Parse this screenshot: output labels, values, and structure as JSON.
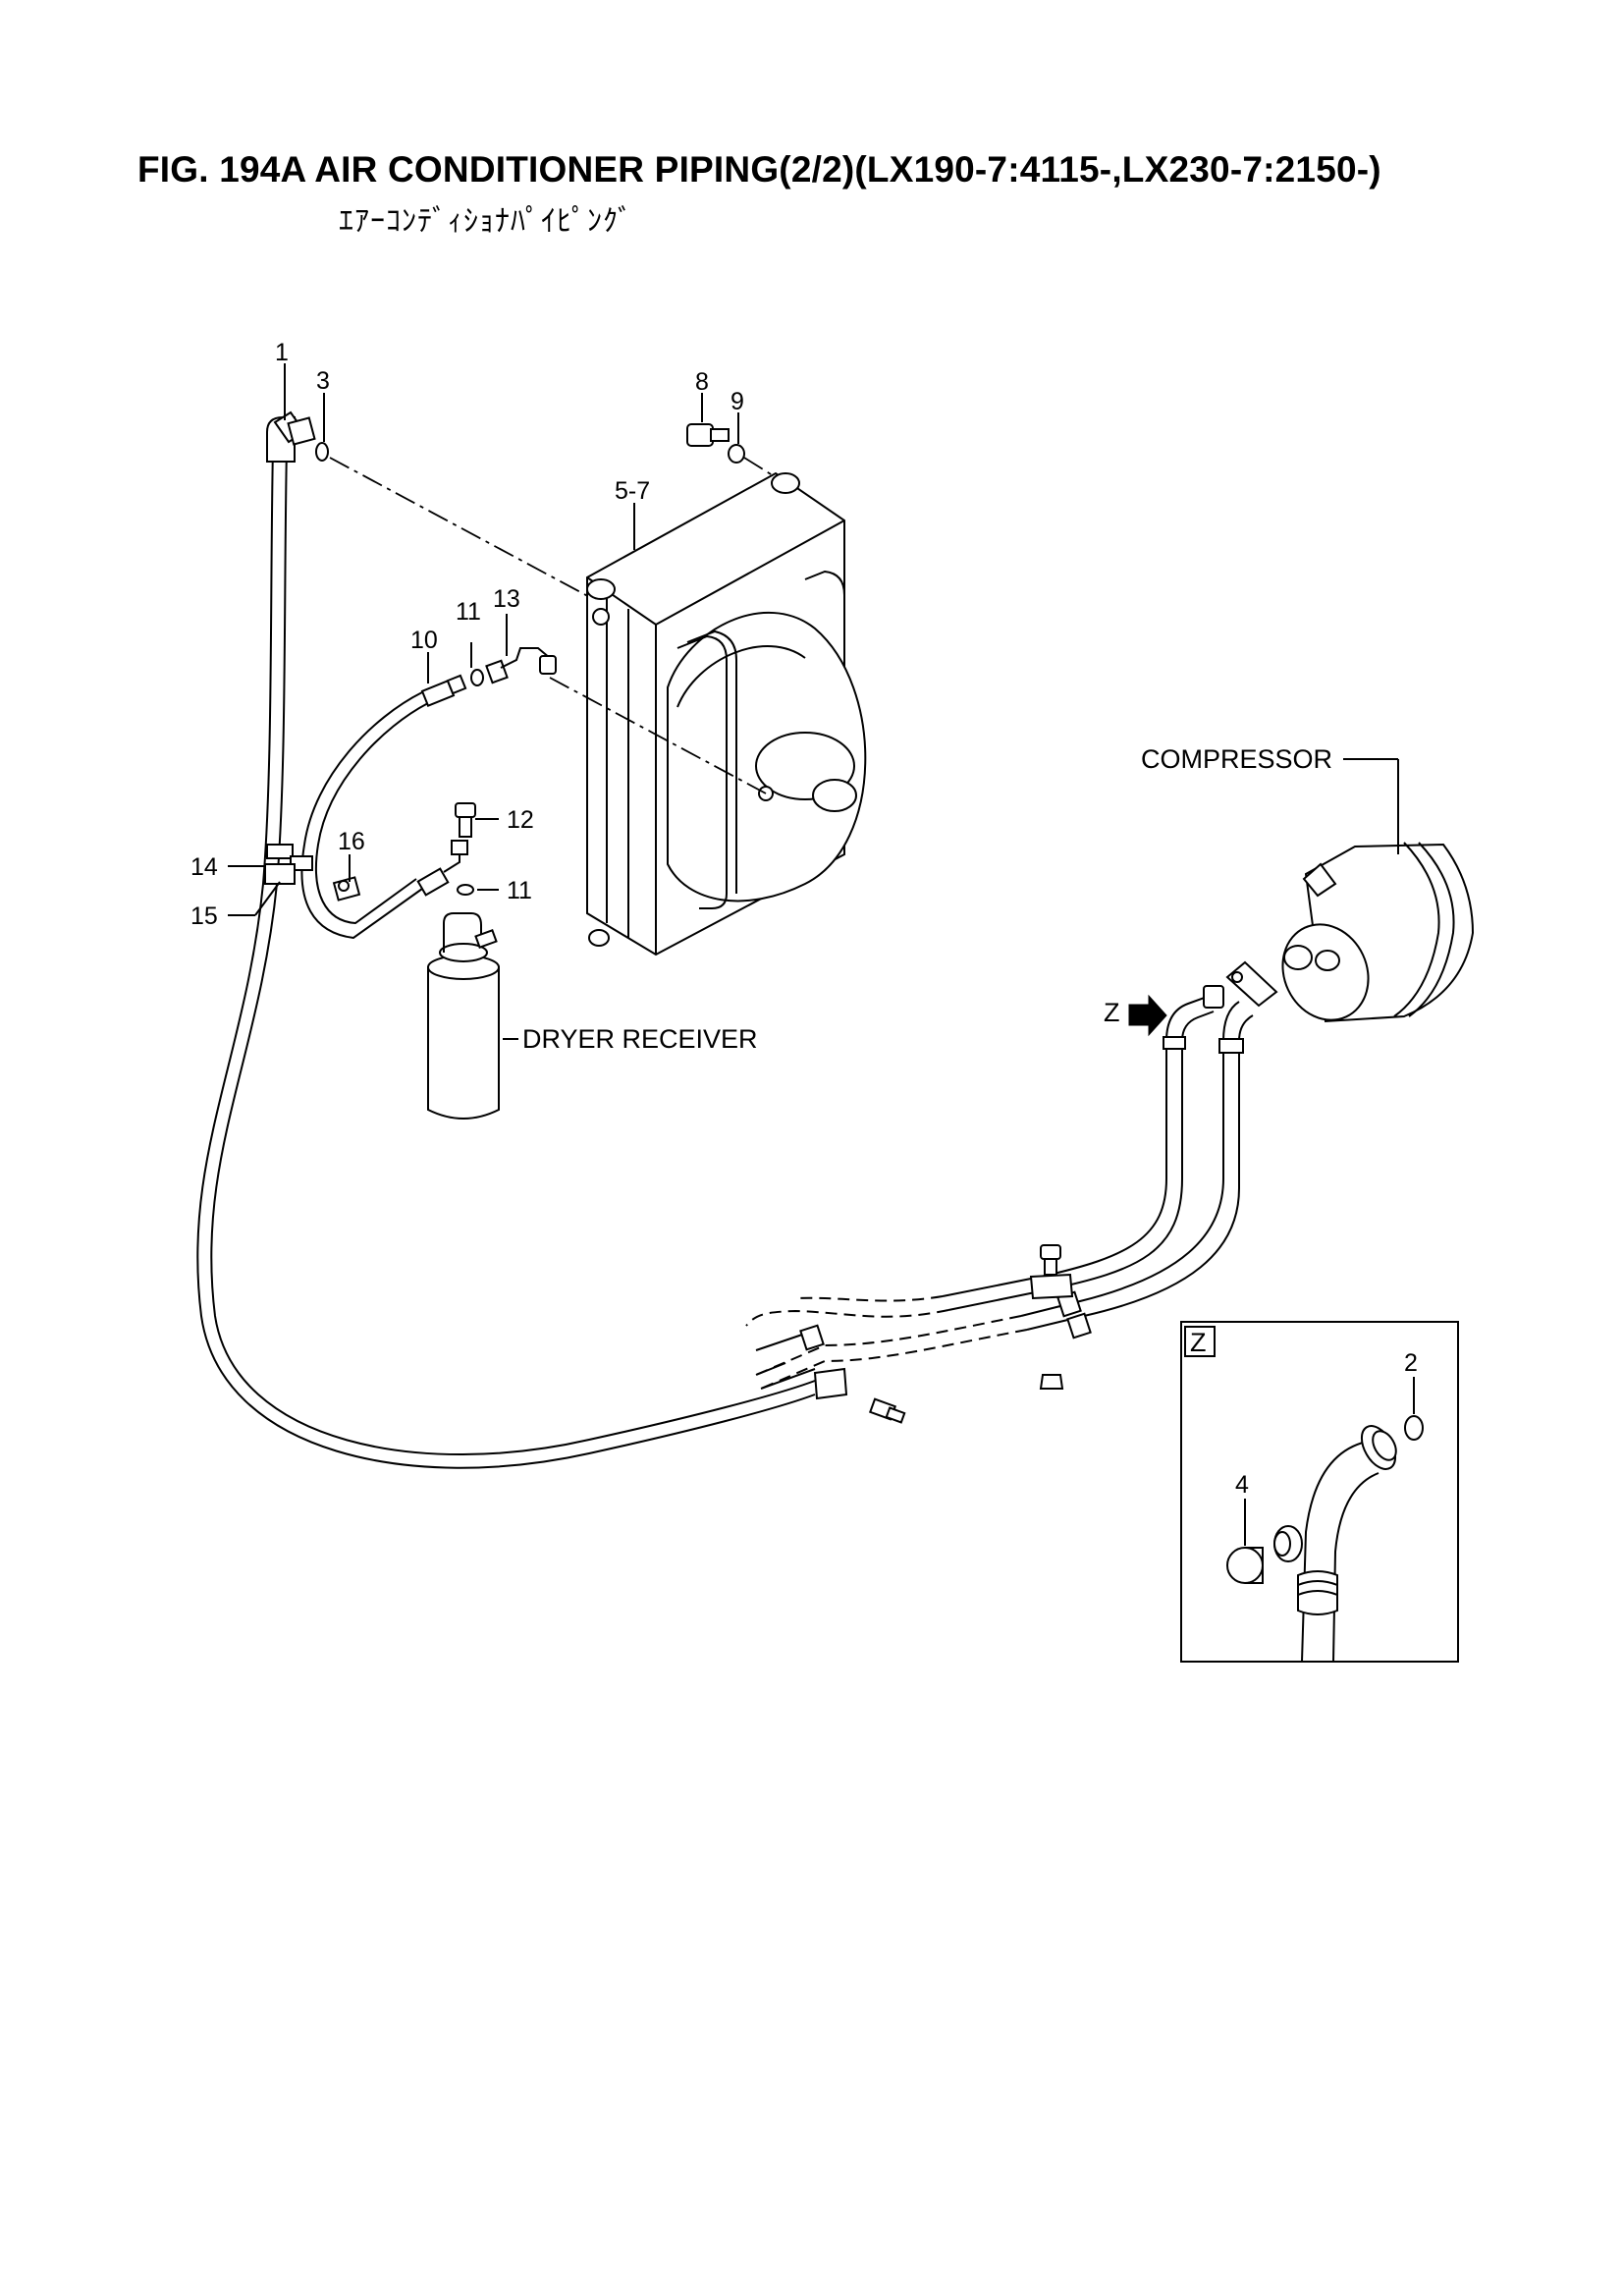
{
  "figure": {
    "title": "FIG. 194A  AIR CONDITIONER PIPING(2/2)(LX190-7:4115-,LX230-7:2150-)",
    "subtitle": "ｴｱｰｺﾝﾃﾞｨｼｮﾅﾊﾟｲﾋﾟﾝｸﾞ"
  },
  "callouts": {
    "p1": "1",
    "p2": "2",
    "p3": "3",
    "p4": "4",
    "p5_7": "5-7",
    "p8": "8",
    "p9": "9",
    "p10": "10",
    "p11a": "11",
    "p11b": "11",
    "p12": "12",
    "p13": "13",
    "p14": "14",
    "p15": "15",
    "p16": "16"
  },
  "components": {
    "compressor": "COMPRESSOR",
    "dryer_receiver": "DRYER RECEIVER"
  },
  "detail_view": {
    "arrow_label": "Z",
    "box_label": "Z"
  }
}
